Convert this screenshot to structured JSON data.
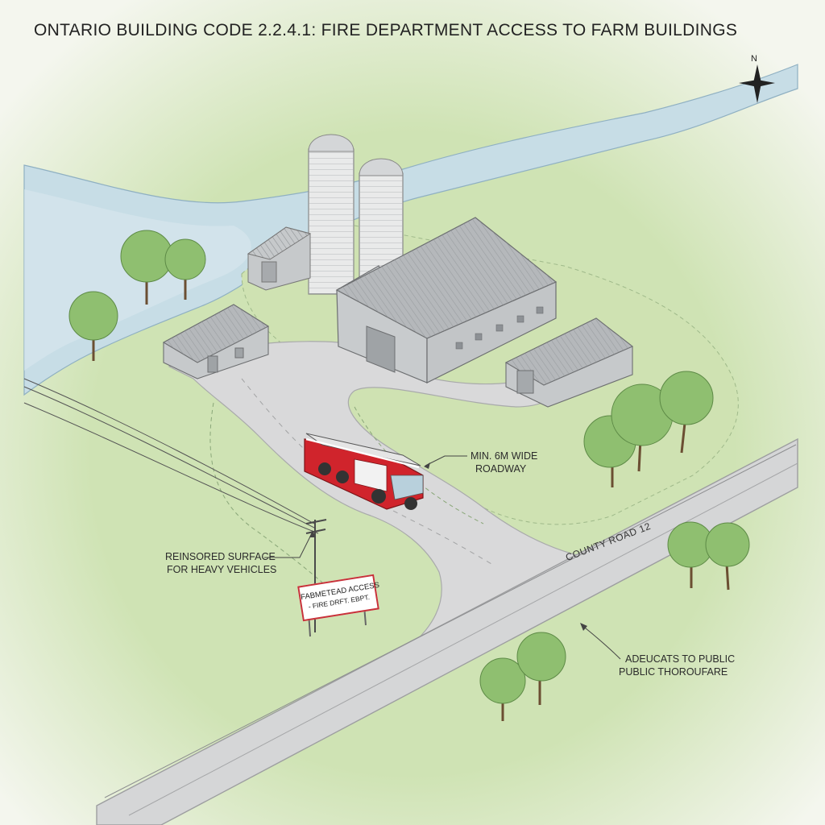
{
  "title": "ONTARIO BUILDING CODE 2.2.4.1: FIRE DEPARTMENT ACCESS TO FARM BUILDINGS",
  "compass": {
    "label": "N",
    "icon": "compass-rose-icon"
  },
  "callouts": {
    "roadway_width": {
      "line1": "MIN. 6M WIDE",
      "line2": "ROADWAY"
    },
    "surface": {
      "line1": "REINSORED SURFACE",
      "line2": "FOR HEAVY VEHICLES"
    },
    "public_access": {
      "line1": "ADEUCATS TO PUBLIC",
      "line2": "PUBLIC THOROUFARE"
    }
  },
  "road_label": "COUNTY ROAD 12",
  "sign": {
    "line1": "FABMETEAD ACCESS",
    "line2": "- FIRE DRFT. EBPT."
  },
  "colors": {
    "grass": "#cfe3b4",
    "water": "#c7dde6",
    "road": "#d9d9da",
    "building": "#b9bcbf",
    "truck_red": "#d0242c",
    "tree": "#8fbf70"
  }
}
